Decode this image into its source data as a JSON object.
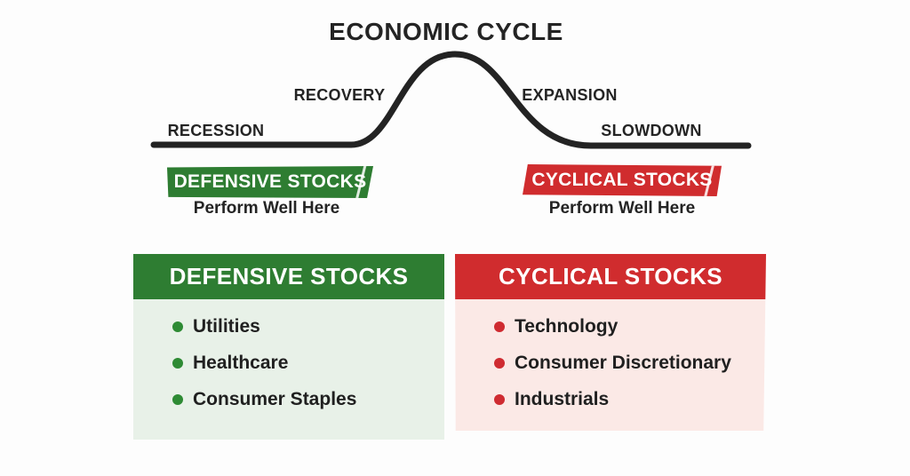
{
  "title": "ECONOMIC CYCLE",
  "curve": {
    "recession": "RECESSION",
    "recovery": "RECOVERY",
    "expansion": "EXPANSION",
    "slowdown": "SLOWDOWN"
  },
  "banners": {
    "defensive": {
      "label": "DEFENSIVE STOCKS",
      "note": "Perform Well Here",
      "color": "#2e7d32"
    },
    "cyclical": {
      "label": "CYCLICAL STOCKS",
      "note": "Perform Well Here",
      "color": "#d02c2e"
    }
  },
  "cards": {
    "defensive": {
      "title": "DEFENSIVE STOCKS",
      "items": [
        "Utilities",
        "Healthcare",
        "Consumer Staples"
      ],
      "header_color": "#2e7d32",
      "body_color": "#e8f1e8",
      "bullet_color": "#2e8b34"
    },
    "cyclical": {
      "title": "CYCLICAL STOCKS",
      "items": [
        "Technology",
        "Consumer Discretionary",
        "Industrials"
      ],
      "header_color": "#d02c2e",
      "body_color": "#fbe9e6",
      "bullet_color": "#cf2b31"
    }
  },
  "colors": {
    "line": "#232323",
    "text": "#242424",
    "background": "#fdfdfd"
  }
}
